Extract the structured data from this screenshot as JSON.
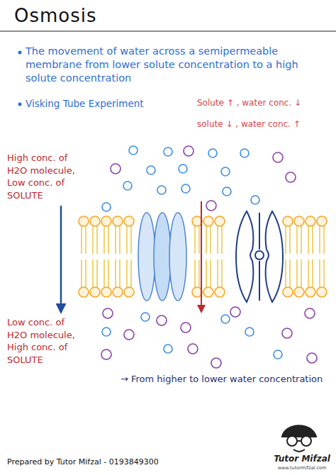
{
  "diagram": {
    "title": "Osmosis",
    "nodes": [
      {
        "text": [
          "High conc. of H2O molecule, Low conc. of SOLUTE"
        ]
      },
      {
        "text": [
          "Low conc. of H2O molecule, High conc. of SOLUTE"
        ]
      }
    ],
    "edges": [
      {
        "from": 0,
        "to": 1,
        "arrow": "to"
      }
    ],
    "labels": [
      "The movement of water across a semipermeable membrane from lower solute concentration to a high solute concentration",
      "Visking Tube Experiment",
      "Solute ↑ , water conc. ↓",
      "solute ↓ , water conc. ↑",
      "→ From higher to lower water concentration",
      "Prepared by Tutor Mifzal - 0193849300",
      "Tutor Mifzal",
      "www.tutormifzal.com"
    ]
  }
}
